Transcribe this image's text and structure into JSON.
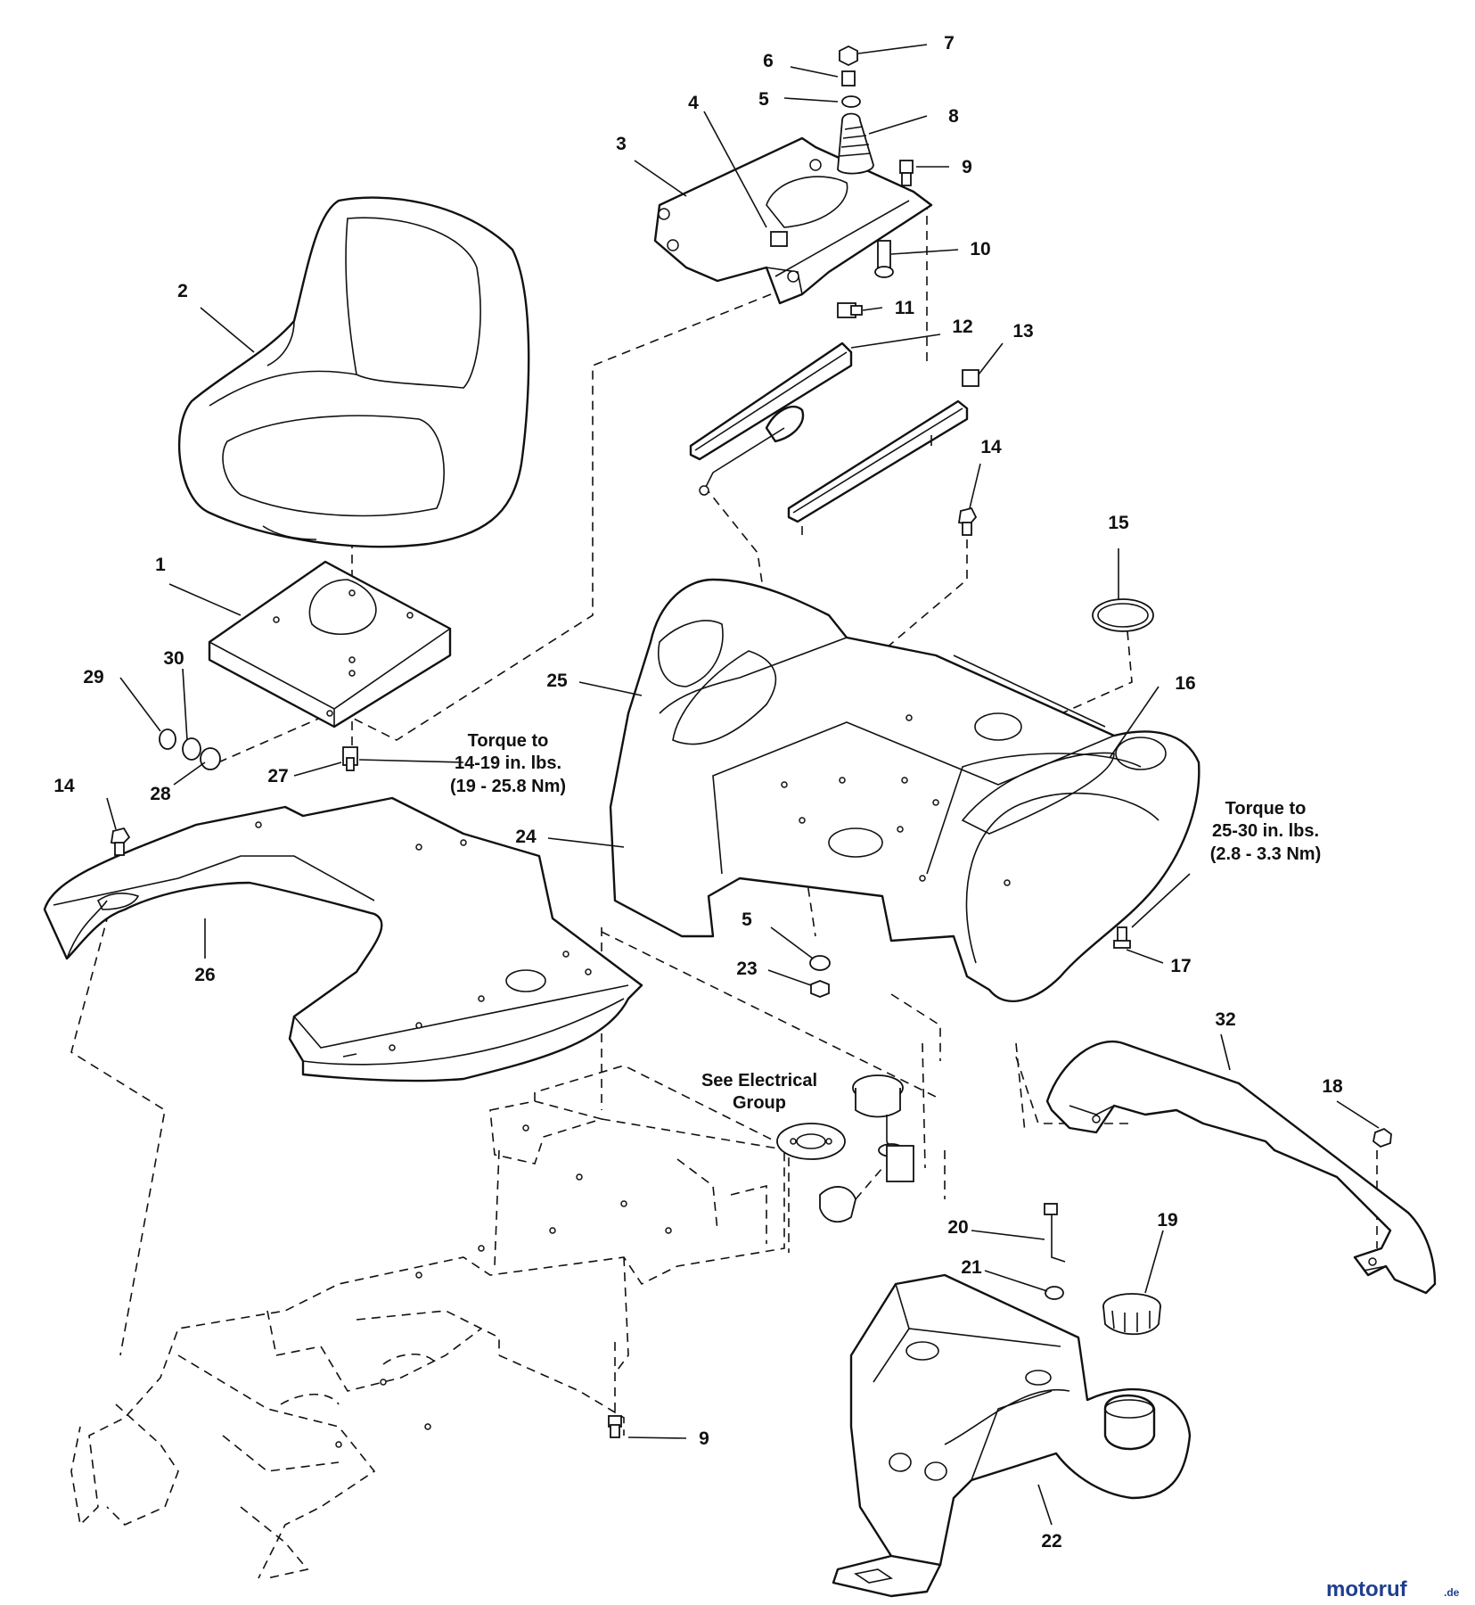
{
  "callouts": {
    "c1": "1",
    "c2": "2",
    "c3": "3",
    "c4": "4",
    "c5a": "5",
    "c5b": "5",
    "c6": "6",
    "c7": "7",
    "c8": "8",
    "c9a": "9",
    "c9b": "9",
    "c10": "10",
    "c11": "11",
    "c12": "12",
    "c13": "13",
    "c14a": "14",
    "c14b": "14",
    "c15": "15",
    "c16": "16",
    "c17": "17",
    "c18": "18",
    "c19": "19",
    "c20": "20",
    "c21": "21",
    "c22": "22",
    "c23": "23",
    "c24": "24",
    "c25": "25",
    "c26": "26",
    "c27": "27",
    "c28": "28",
    "c29": "29",
    "c30": "30",
    "c32": "32"
  },
  "notes": {
    "torque_seat": [
      "Torque to",
      "14-19 in. lbs.",
      "(19 - 25.8 Nm)"
    ],
    "torque_fender": [
      "Torque to",
      "25-30 in. lbs.",
      "(2.8 - 3.3 Nm)"
    ],
    "see_electrical": [
      "See Electrical",
      "Group"
    ]
  },
  "watermark": {
    "brand": "motoruf",
    "suffix": ".de"
  }
}
